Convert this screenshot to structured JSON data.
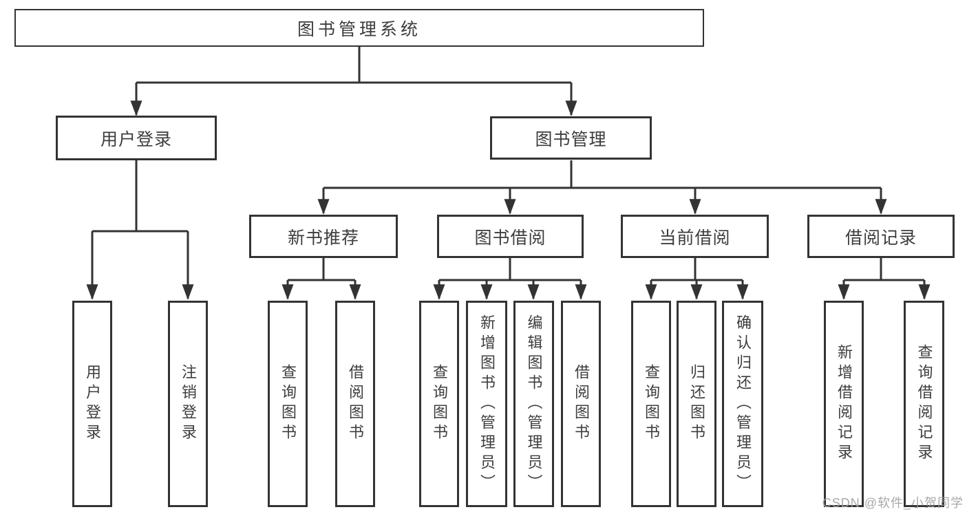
{
  "root": {
    "label": "图书管理系统"
  },
  "branches": [
    {
      "label": "用户登录",
      "children": [
        "用户登录",
        "注销登录"
      ]
    },
    {
      "label": "图书管理",
      "groups": [
        {
          "label": "新书推荐",
          "children": [
            "查询图书",
            "借阅图书"
          ]
        },
        {
          "label": "图书借阅",
          "children": [
            "查询图书",
            "新增图书（管理员）",
            "编辑图书（管理员）",
            "借阅图书"
          ]
        },
        {
          "label": "当前借阅",
          "children": [
            "查询图书",
            "归还图书",
            "确认归还（管理员）"
          ]
        },
        {
          "label": "借阅记录",
          "children": [
            "新增借阅记录",
            "查询借阅记录"
          ]
        }
      ]
    }
  ],
  "watermark": "CSDN @软件_小贺同学",
  "colors": {
    "line": "#333333",
    "text": "#3d3d3d",
    "watermark": "#9e9e9e"
  }
}
